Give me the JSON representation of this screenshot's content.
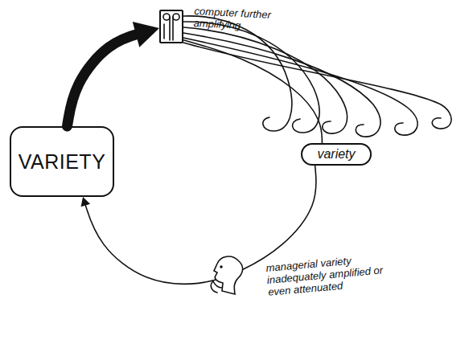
{
  "diagram": {
    "nodes": [
      {
        "text": [
          "VARIETY"
        ]
      },
      {
        "text": [
          "computer further amplifying"
        ]
      },
      {
        "text": [
          "variety"
        ]
      }
    ],
    "edges": [
      {
        "from": 0,
        "to": 1,
        "arrow": "to"
      },
      {
        "from": 1,
        "to": 2,
        "arrow": "none"
      },
      {
        "from": 2,
        "to": 0,
        "arrow": "to"
      }
    ],
    "labels": [
      "managerial variety inadequately amplified or even attenuated"
    ]
  }
}
